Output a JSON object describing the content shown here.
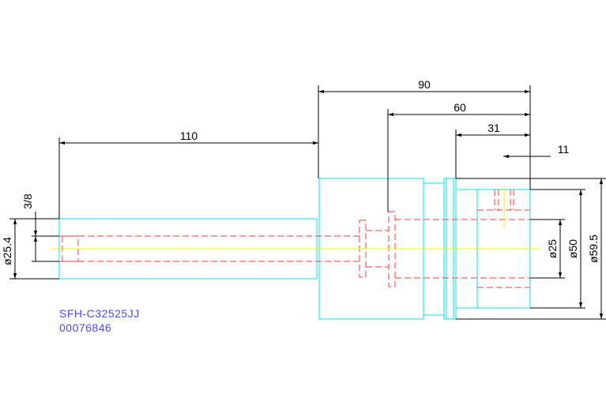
{
  "colors": {
    "outline": "#00e5ee",
    "hidden": "#ff3b3b",
    "center": "#f4f400",
    "dimension": "#000000",
    "label": "#4a4aff"
  },
  "dimensions": {
    "overall_90": "90",
    "depth_60": "60",
    "depth_31": "31",
    "depth_11": "11",
    "shank_110": "110",
    "thread_3_8": "3/8",
    "dia_25_4": "ø25.4",
    "dia_25": "ø25",
    "dia_50": "ø50",
    "dia_59_5": "ø59.5"
  },
  "part": {
    "model": "SFH-C32525JJ",
    "code": "00076846"
  }
}
